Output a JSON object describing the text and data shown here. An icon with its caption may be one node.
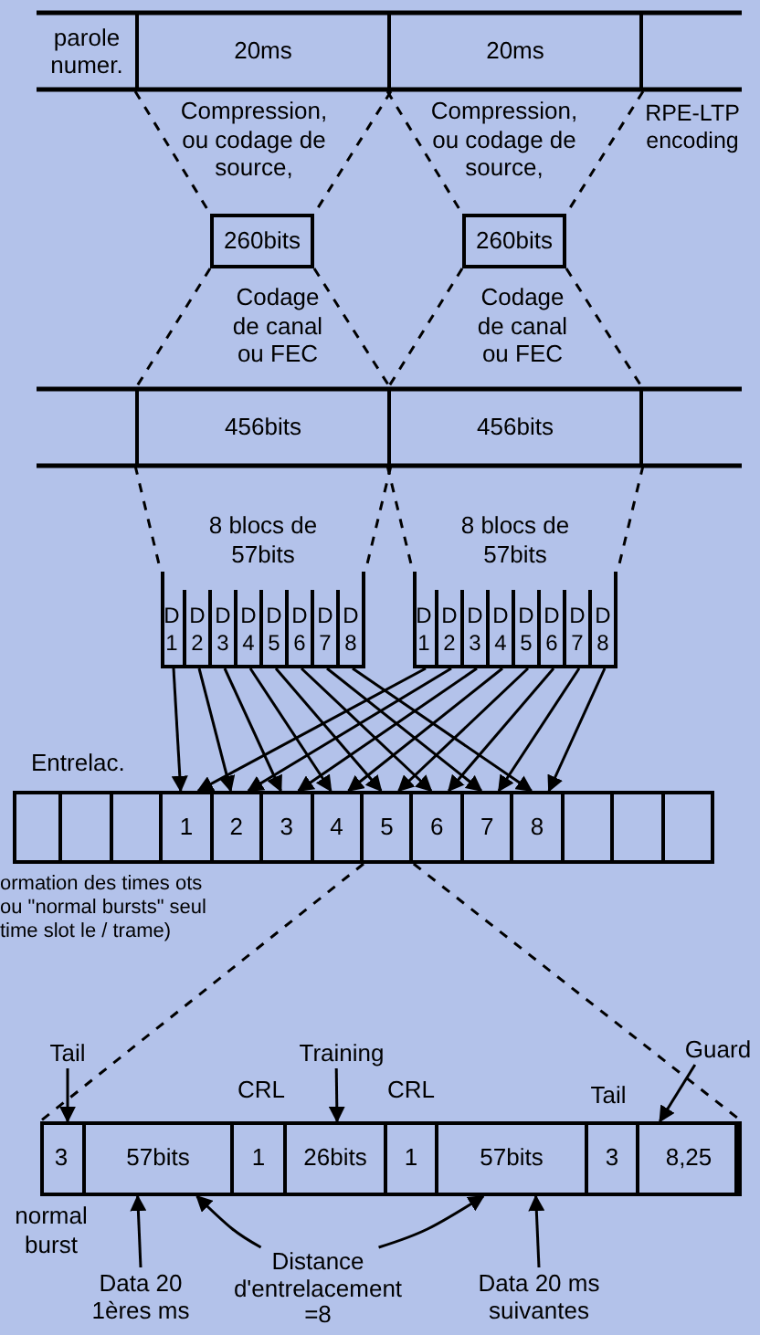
{
  "diagram": {
    "nodes": [
      {
        "text": [
          "parole numer."
        ]
      },
      {
        "text": [
          "20ms"
        ]
      },
      {
        "text": [
          "20ms"
        ]
      },
      {
        "text": [
          "260bits"
        ]
      },
      {
        "text": [
          "260bits"
        ]
      },
      {
        "text": [
          "456bits"
        ]
      },
      {
        "text": [
          "456bits"
        ]
      },
      {
        "text": [
          "8 blocs de 57bits"
        ]
      },
      {
        "text": [
          "D 1"
        ],
        "in": 7
      },
      {
        "text": [
          "D 2"
        ],
        "in": 7
      },
      {
        "text": [
          "D 3"
        ],
        "in": 7
      },
      {
        "text": [
          "D 4"
        ],
        "in": 7
      },
      {
        "text": [
          "D 5"
        ],
        "in": 7
      },
      {
        "text": [
          "D 6"
        ],
        "in": 7
      },
      {
        "text": [
          "D 7"
        ],
        "in": 7
      },
      {
        "text": [
          "D 8"
        ],
        "in": 7
      },
      {
        "text": [
          "8 blocs de 57bits"
        ]
      },
      {
        "text": [
          "D 1"
        ],
        "in": 16
      },
      {
        "text": [
          "D 2"
        ],
        "in": 16
      },
      {
        "text": [
          "D 3"
        ],
        "in": 16
      },
      {
        "text": [
          "D 4"
        ],
        "in": 16
      },
      {
        "text": [
          "D 5"
        ],
        "in": 16
      },
      {
        "text": [
          "D 6"
        ],
        "in": 16
      },
      {
        "text": [
          "D 7"
        ],
        "in": 16
      },
      {
        "text": [
          "D 8"
        ],
        "in": 16
      },
      {
        "text": [
          "Entrelac."
        ]
      },
      {
        "text": [],
        "shape": "box",
        "in": 25
      },
      {
        "text": [],
        "shape": "box",
        "in": 25
      },
      {
        "text": [],
        "shape": "box",
        "in": 25
      },
      {
        "text": [
          "1"
        ],
        "in": 25
      },
      {
        "text": [
          "2"
        ],
        "in": 25
      },
      {
        "text": [
          "3"
        ],
        "in": 25
      },
      {
        "text": [
          "4"
        ],
        "in": 25
      },
      {
        "text": [
          "5"
        ],
        "in": 25
      },
      {
        "text": [
          "6"
        ],
        "in": 25
      },
      {
        "text": [
          "7"
        ],
        "in": 25
      },
      {
        "text": [
          "8"
        ],
        "in": 25
      },
      {
        "text": [],
        "shape": "box",
        "in": 25
      },
      {
        "text": [],
        "shape": "box",
        "in": 25
      },
      {
        "text": [],
        "shape": "box",
        "in": 25
      },
      {
        "text": [],
        "shape": "box",
        "beside": [
          "normal burst"
        ]
      },
      {
        "text": [
          "3"
        ],
        "in": 40
      },
      {
        "text": [
          "57bits"
        ],
        "in": 40
      },
      {
        "text": [
          "1"
        ],
        "in": 40
      },
      {
        "text": [
          "26bits"
        ],
        "in": 40
      },
      {
        "text": [
          "1"
        ],
        "in": 40
      },
      {
        "text": [
          "57bits"
        ],
        "in": 40
      },
      {
        "text": [
          "3"
        ],
        "in": 40
      },
      {
        "text": [
          "8,25"
        ],
        "in": 40
      },
      {
        "text": [
          "Tail"
        ]
      },
      {
        "text": [
          "Training"
        ]
      },
      {
        "text": [
          "Guard"
        ]
      },
      {
        "text": [
          "Data 20 1ères ms"
        ]
      },
      {
        "text": [
          "Distance d'entrelacement =8"
        ]
      },
      {
        "text": [
          "Data 20 ms suivantes"
        ]
      }
    ],
    "edges": [
      {
        "from": 1,
        "to": 3,
        "arrow": "none",
        "style": "dashed"
      },
      {
        "from": 1,
        "to": 3,
        "arrow": "none",
        "style": "dashed"
      },
      {
        "from": 2,
        "to": 4,
        "arrow": "none",
        "style": "dashed"
      },
      {
        "from": 2,
        "to": 4,
        "arrow": "none",
        "style": "dashed"
      },
      {
        "from": 3,
        "to": 5,
        "arrow": "none",
        "style": "dashed"
      },
      {
        "from": 3,
        "to": 5,
        "arrow": "none",
        "style": "dashed"
      },
      {
        "from": 4,
        "to": 6,
        "arrow": "none",
        "style": "dashed"
      },
      {
        "from": 4,
        "to": 6,
        "arrow": "none",
        "style": "dashed"
      },
      {
        "from": 5,
        "to": 7,
        "arrow": "none",
        "style": "dashed"
      },
      {
        "from": 5,
        "to": 7,
        "arrow": "none",
        "style": "dashed"
      },
      {
        "from": 6,
        "to": 16,
        "arrow": "none",
        "style": "dashed"
      },
      {
        "from": 6,
        "to": 16,
        "arrow": "none",
        "style": "dashed"
      },
      {
        "from": 8,
        "to": 29,
        "arrow": "to"
      },
      {
        "from": 9,
        "to": 30,
        "arrow": "to"
      },
      {
        "from": 10,
        "to": 31,
        "arrow": "to"
      },
      {
        "from": 11,
        "to": 32,
        "arrow": "to"
      },
      {
        "from": 12,
        "to": 33,
        "arrow": "to"
      },
      {
        "from": 13,
        "to": 34,
        "arrow": "to"
      },
      {
        "from": 14,
        "to": 35,
        "arrow": "to"
      },
      {
        "from": 15,
        "to": 36,
        "arrow": "to"
      },
      {
        "from": 17,
        "to": 29,
        "arrow": "to"
      },
      {
        "from": 18,
        "to": 30,
        "arrow": "to"
      },
      {
        "from": 19,
        "to": 31,
        "arrow": "to"
      },
      {
        "from": 20,
        "to": 32,
        "arrow": "to"
      },
      {
        "from": 21,
        "to": 33,
        "arrow": "to"
      },
      {
        "from": 22,
        "to": 34,
        "arrow": "to"
      },
      {
        "from": 23,
        "to": 35,
        "arrow": "to"
      },
      {
        "from": 24,
        "to": 36,
        "arrow": "to"
      },
      {
        "from": 33,
        "to": 40,
        "arrow": "none",
        "style": "dashed"
      },
      {
        "from": 33,
        "to": 40,
        "arrow": "none",
        "style": "dashed"
      },
      {
        "from": 49,
        "to": 41,
        "arrow": "to"
      },
      {
        "from": 50,
        "to": 44,
        "arrow": "to"
      },
      {
        "from": 51,
        "to": 48,
        "arrow": "to"
      },
      {
        "from": 52,
        "to": 42,
        "arrow": "to"
      },
      {
        "from": 53,
        "to": 42,
        "arrow": "to"
      },
      {
        "from": 53,
        "to": 46,
        "arrow": "to"
      },
      {
        "from": 54,
        "to": 46,
        "arrow": "to"
      }
    ],
    "labels": [
      "Compression, ou codage de source,",
      "Compression, ou codage de source,",
      "RPE-LTP encoding",
      "Codage de canal ou FEC",
      "Codage de canal ou FEC",
      "ormation des times ots ou \"normal bursts\" seul time slot le / trame)",
      "CRL",
      "CRL",
      "Tail"
    ]
  }
}
